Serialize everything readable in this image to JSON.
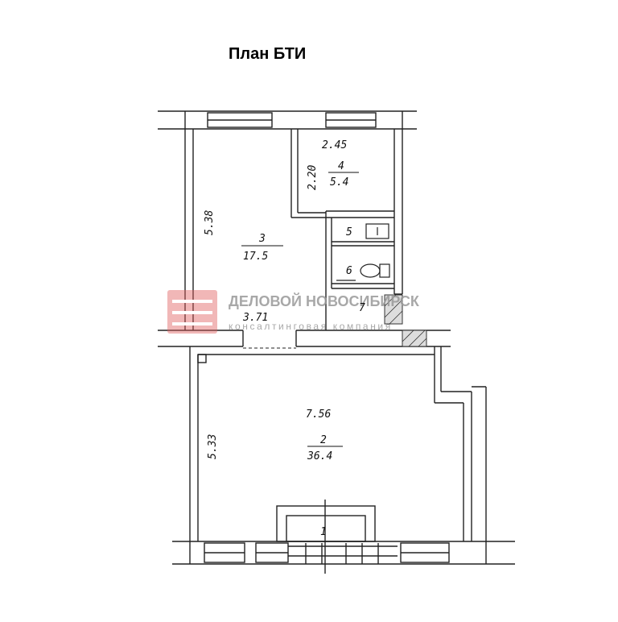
{
  "title": "План БТИ",
  "watermark": {
    "name": "ДЕЛОВОЙ НОВОСИБИРСК",
    "subtitle": "консалтинговая компания",
    "logo_color": "#e06060",
    "text_color": "#9a9a9a"
  },
  "rooms": [
    {
      "id": "1",
      "number": "1",
      "area": "",
      "width": "",
      "length": ""
    },
    {
      "id": "2",
      "number": "2",
      "area": "36.4",
      "width": "7.56",
      "length": "5.33"
    },
    {
      "id": "3",
      "number": "3",
      "area": "17.5",
      "width": "3.71",
      "length": "5.38"
    },
    {
      "id": "4",
      "number": "4",
      "area": "5.4",
      "width": "2.45",
      "length": "2.20"
    },
    {
      "id": "5",
      "number": "5",
      "area": "",
      "width": "",
      "length": ""
    },
    {
      "id": "6",
      "number": "6",
      "area": "",
      "width": "",
      "length": ""
    },
    {
      "id": "7",
      "number": "7",
      "area": "",
      "width": "",
      "length": ""
    }
  ]
}
